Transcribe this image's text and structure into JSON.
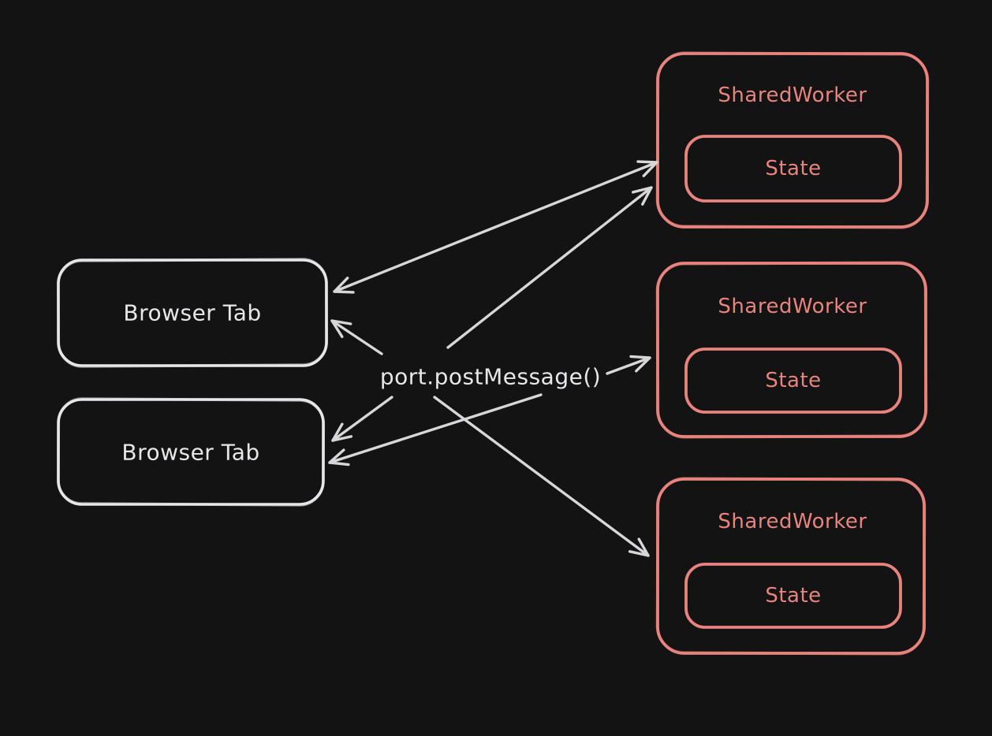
{
  "colors": {
    "bg": "#131313",
    "light": "#e7e7ea",
    "arrow": "#d7d7d9",
    "salmon": "#e8837d"
  },
  "diagram": {
    "center_label": "port.postMessage()",
    "browser_tabs": [
      {
        "label": "Browser Tab"
      },
      {
        "label": "Browser Tab"
      }
    ],
    "shared_workers": [
      {
        "label": "SharedWorker",
        "state_label": "State"
      },
      {
        "label": "SharedWorker",
        "state_label": "State"
      },
      {
        "label": "SharedWorker",
        "state_label": "State"
      }
    ],
    "edges": [
      {
        "from": "browser-tab-1",
        "to": "shared-worker-1",
        "direction": "bidirectional"
      },
      {
        "from": "port.postMessage()",
        "to": "shared-worker-1",
        "direction": "forward"
      },
      {
        "from": "port.postMessage()",
        "to": "browser-tab-1",
        "direction": "forward"
      },
      {
        "from": "port.postMessage()",
        "to": "browser-tab-2",
        "direction": "forward"
      },
      {
        "from": "port.postMessage()",
        "to": "browser-tab-2",
        "direction": "forward"
      },
      {
        "from": "port.postMessage()",
        "to": "shared-worker-2",
        "direction": "forward"
      },
      {
        "from": "port.postMessage()",
        "to": "shared-worker-3",
        "direction": "forward"
      }
    ]
  }
}
